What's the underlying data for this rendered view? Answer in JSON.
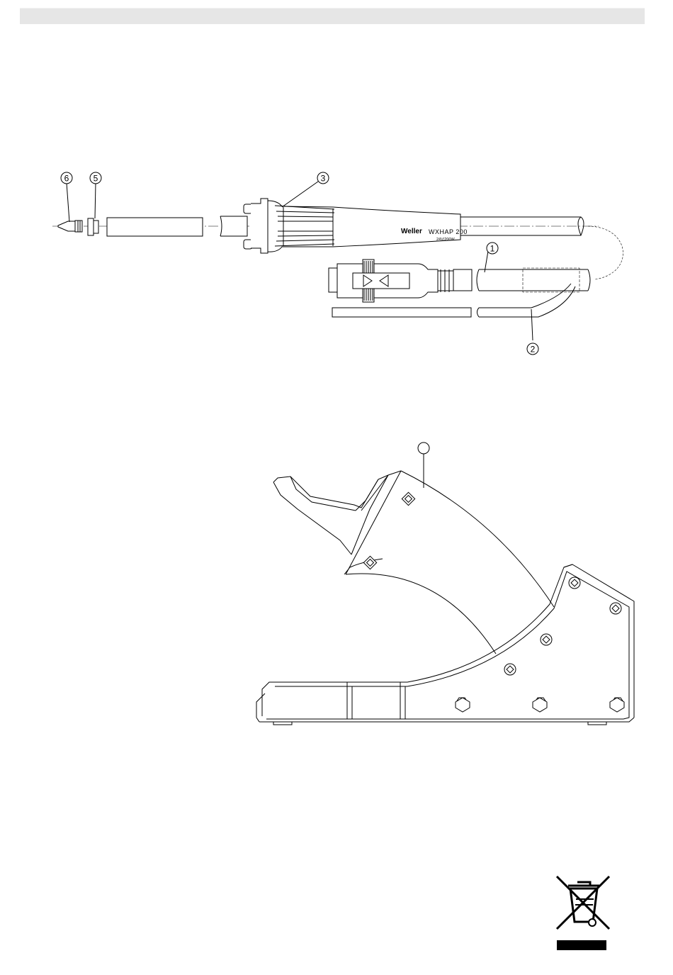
{
  "callouts": {
    "c1": "1",
    "c2": "2",
    "c3": "3",
    "c5": "5",
    "c6": "6",
    "stand": ""
  },
  "handpiece_marking": {
    "brand": "Weller",
    "model": "WXHAP 200",
    "rating": "24V/200W"
  },
  "icons": {
    "weee": "crossed-out-wheelie-bin-icon"
  },
  "colors": {
    "line": "#000000",
    "header_bar": "#e6e6e6"
  }
}
